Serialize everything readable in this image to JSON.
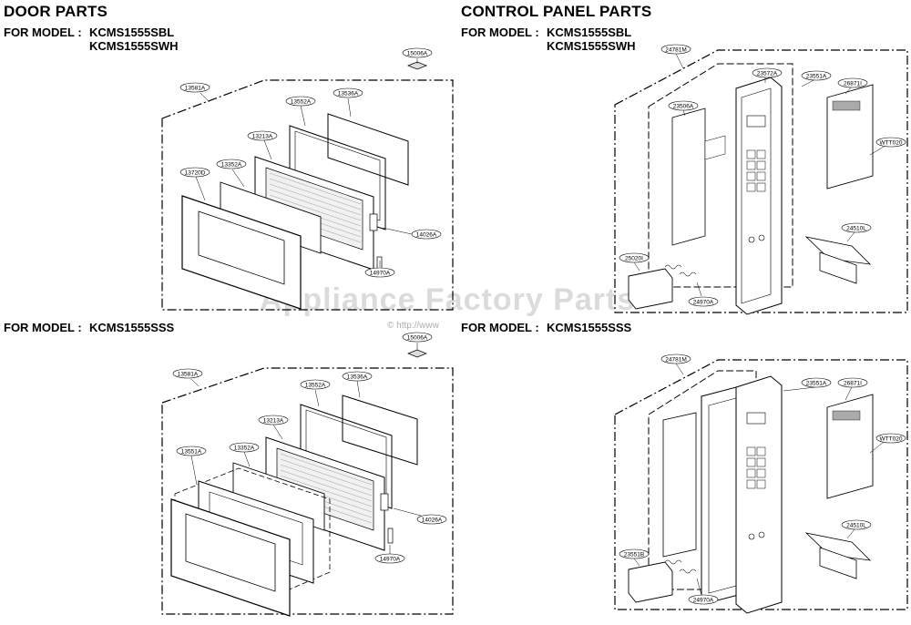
{
  "door": {
    "title": "DOOR PARTS",
    "model_prefix": "FOR MODEL :",
    "models_top": [
      "KCMS1555SBL",
      "KCMS1555SWH"
    ],
    "models_bottom": [
      "KCMS1555SSS"
    ],
    "callouts_top": [
      "15006A",
      "13581A",
      "13552A",
      "13536A",
      "13213A",
      "13352A",
      "13720D",
      "14026A",
      "14970A"
    ],
    "callouts_bottom": [
      "15006A",
      "13581A",
      "13552A",
      "13536A",
      "13213A",
      "13551A",
      "13352A",
      "14026A",
      "14970A"
    ]
  },
  "control": {
    "title": "CONTROL PANEL PARTS",
    "model_prefix": "FOR MODEL :",
    "models_top": [
      "KCMS1555SBL",
      "KCMS1555SWH"
    ],
    "models_bottom": [
      "KCMS1555SSS"
    ],
    "callouts_top": [
      "24781M",
      "23572A",
      "23551A",
      "26871I",
      "23506A",
      "WTT020",
      "24510L",
      "25020I",
      "24970A"
    ],
    "callouts_bottom": [
      "24781M",
      "23551A",
      "26871I",
      "WTT020",
      "24510L",
      "23551B",
      "24970A"
    ]
  },
  "watermark": {
    "brand": "Appliance Factory Parts",
    "url": "© http://www"
  }
}
